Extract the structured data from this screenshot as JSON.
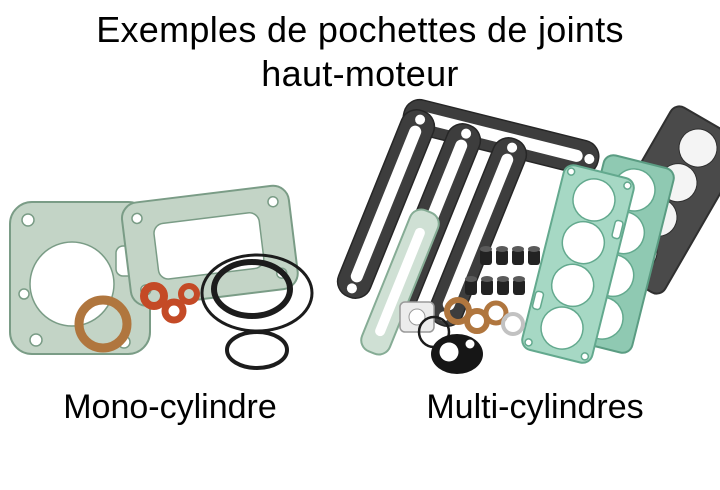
{
  "title": {
    "line1": "Exemples de pochettes de joints",
    "line2": "haut-moteur"
  },
  "figures": {
    "mono": {
      "caption": "Mono-cylindre"
    },
    "multi": {
      "caption": "Multi-cylindres"
    }
  },
  "colors": {
    "background": "#ffffff",
    "text": "#000000",
    "gasket_green_pale": "#c3d4c6",
    "gasket_green_outline": "#7a9c86",
    "gasket_teal": "#a6d8c4",
    "gasket_teal_outline": "#63a98e",
    "orange_ring": "#c44a26",
    "copper_ring": "#b0763e",
    "black_ring": "#1c1c1c",
    "dark_cover_gasket": "#3d3d3d",
    "dark_head_gasket": "#4a4a4a"
  }
}
